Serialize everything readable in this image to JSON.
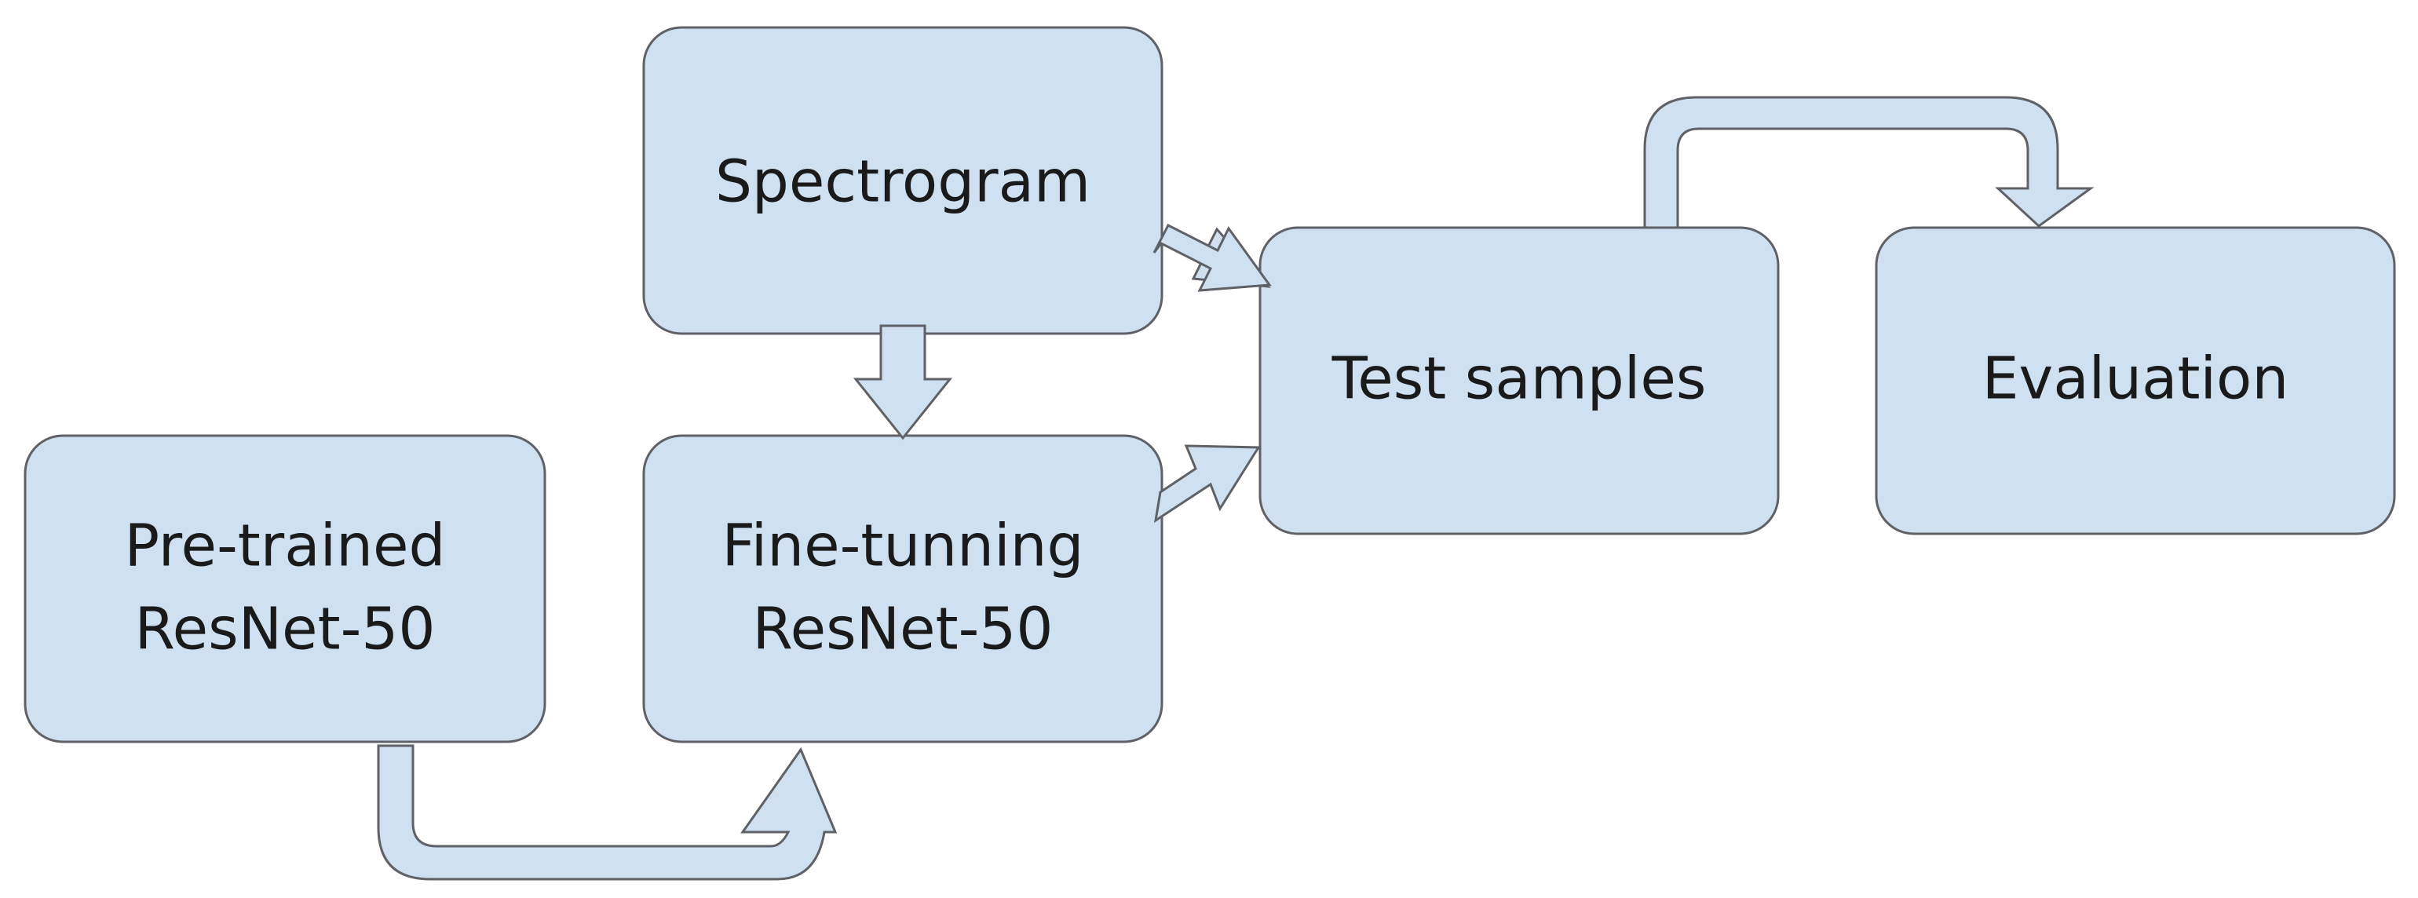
{
  "colors": {
    "box_fill": "#cfe0f1",
    "box_stroke": "#5f6166",
    "text": "#1a1a1a"
  },
  "nodes": {
    "spectrogram": {
      "line1": "Spectrogram"
    },
    "pretrained": {
      "line1": "Pre-trained",
      "line2": "ResNet-50"
    },
    "finetuning": {
      "line1": "Fine-tunning",
      "line2": "ResNet-50"
    },
    "test_samples": {
      "line1": "Test samples"
    },
    "evaluation": {
      "line1": "Evaluation"
    }
  },
  "edges": [
    {
      "from": "spectrogram",
      "to": "finetuning",
      "kind": "block-arrow-down"
    },
    {
      "from": "spectrogram",
      "to": "test_samples",
      "kind": "block-arrow-diagonal"
    },
    {
      "from": "finetuning",
      "to": "test_samples",
      "kind": "block-arrow-diagonal"
    },
    {
      "from": "pretrained",
      "to": "finetuning",
      "kind": "u-turn-arrow"
    },
    {
      "from": "test_samples",
      "to": "evaluation",
      "kind": "u-turn-arrow"
    }
  ]
}
